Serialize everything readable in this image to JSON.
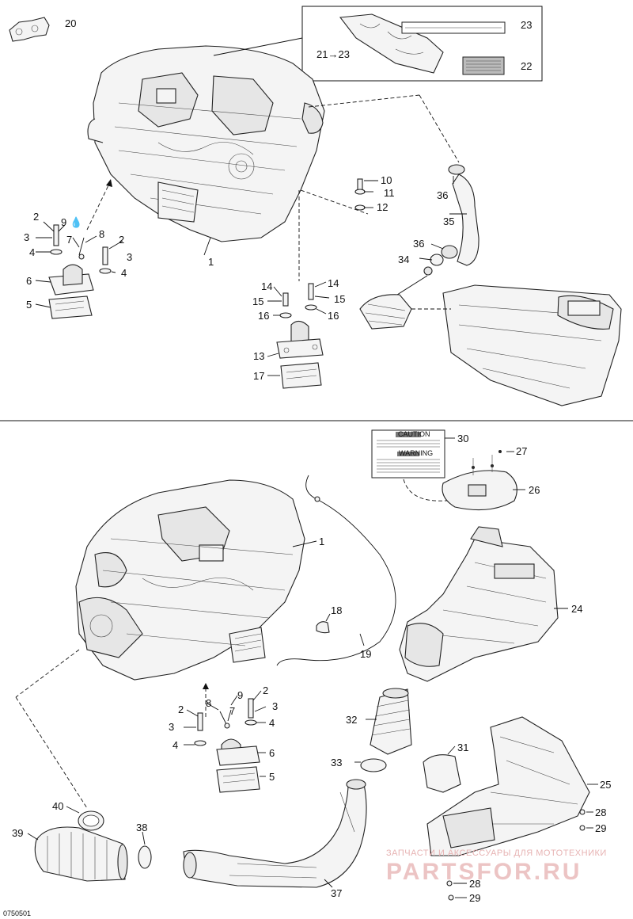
{
  "diagram": {
    "drawing_number": "0750501",
    "watermark": {
      "line1": "ЗАПЧАСТИ И АКСЕССУАРЫ ДЛЯ МОТОТЕХНИКИ",
      "line2": "PARTSFOR.RU"
    },
    "top_callouts": [
      {
        "id": "c20",
        "text": "20"
      },
      {
        "id": "c23",
        "text": "23"
      },
      {
        "id": "c21",
        "text": "21→23"
      },
      {
        "id": "c22",
        "text": "22"
      },
      {
        "id": "c1",
        "text": "1"
      },
      {
        "id": "c10",
        "text": "10"
      },
      {
        "id": "c11",
        "text": "11"
      },
      {
        "id": "c12",
        "text": "12"
      },
      {
        "id": "c36a",
        "text": "36"
      },
      {
        "id": "c35",
        "text": "35"
      },
      {
        "id": "c36b",
        "text": "36"
      },
      {
        "id": "c34",
        "text": "34"
      },
      {
        "id": "c2a",
        "text": "2"
      },
      {
        "id": "c9a",
        "text": "9"
      },
      {
        "id": "c3a",
        "text": "3"
      },
      {
        "id": "c8a",
        "text": "8"
      },
      {
        "id": "c7a",
        "text": "7"
      },
      {
        "id": "c2b",
        "text": "2"
      },
      {
        "id": "c4a",
        "text": "4"
      },
      {
        "id": "c3b",
        "text": "3"
      },
      {
        "id": "c4b",
        "text": "4"
      },
      {
        "id": "c6a",
        "text": "6"
      },
      {
        "id": "c5a",
        "text": "5"
      },
      {
        "id": "c14a",
        "text": "14"
      },
      {
        "id": "c14b",
        "text": "14"
      },
      {
        "id": "c15a",
        "text": "15"
      },
      {
        "id": "c15b",
        "text": "15"
      },
      {
        "id": "c16a",
        "text": "16"
      },
      {
        "id": "c16b",
        "text": "16"
      },
      {
        "id": "c13",
        "text": "13"
      },
      {
        "id": "c17",
        "text": "17"
      }
    ],
    "bottom_callouts": [
      {
        "id": "d30",
        "text": "30"
      },
      {
        "id": "d27",
        "text": "27"
      },
      {
        "id": "d26",
        "text": "26"
      },
      {
        "id": "d1",
        "text": "1"
      },
      {
        "id": "d18",
        "text": "18"
      },
      {
        "id": "d19",
        "text": "19"
      },
      {
        "id": "d24",
        "text": "24"
      },
      {
        "id": "d9",
        "text": "9"
      },
      {
        "id": "d2a",
        "text": "2"
      },
      {
        "id": "d8",
        "text": "8"
      },
      {
        "id": "d3a",
        "text": "3"
      },
      {
        "id": "d2b",
        "text": "2"
      },
      {
        "id": "d7",
        "text": "7"
      },
      {
        "id": "d3b",
        "text": "3"
      },
      {
        "id": "d4a",
        "text": "4"
      },
      {
        "id": "d4b",
        "text": "4"
      },
      {
        "id": "d6",
        "text": "6"
      },
      {
        "id": "d5",
        "text": "5"
      },
      {
        "id": "d32",
        "text": "32"
      },
      {
        "id": "d31",
        "text": "31"
      },
      {
        "id": "d33",
        "text": "33"
      },
      {
        "id": "d25",
        "text": "25"
      },
      {
        "id": "d40",
        "text": "40"
      },
      {
        "id": "d39",
        "text": "39"
      },
      {
        "id": "d38",
        "text": "38"
      },
      {
        "id": "d28a",
        "text": "28"
      },
      {
        "id": "d29a",
        "text": "29"
      },
      {
        "id": "d37",
        "text": "37"
      },
      {
        "id": "d28b",
        "text": "28"
      },
      {
        "id": "d29b",
        "text": "29"
      }
    ],
    "decal": {
      "caution": "CAUTION",
      "warning": "WARNING"
    }
  }
}
